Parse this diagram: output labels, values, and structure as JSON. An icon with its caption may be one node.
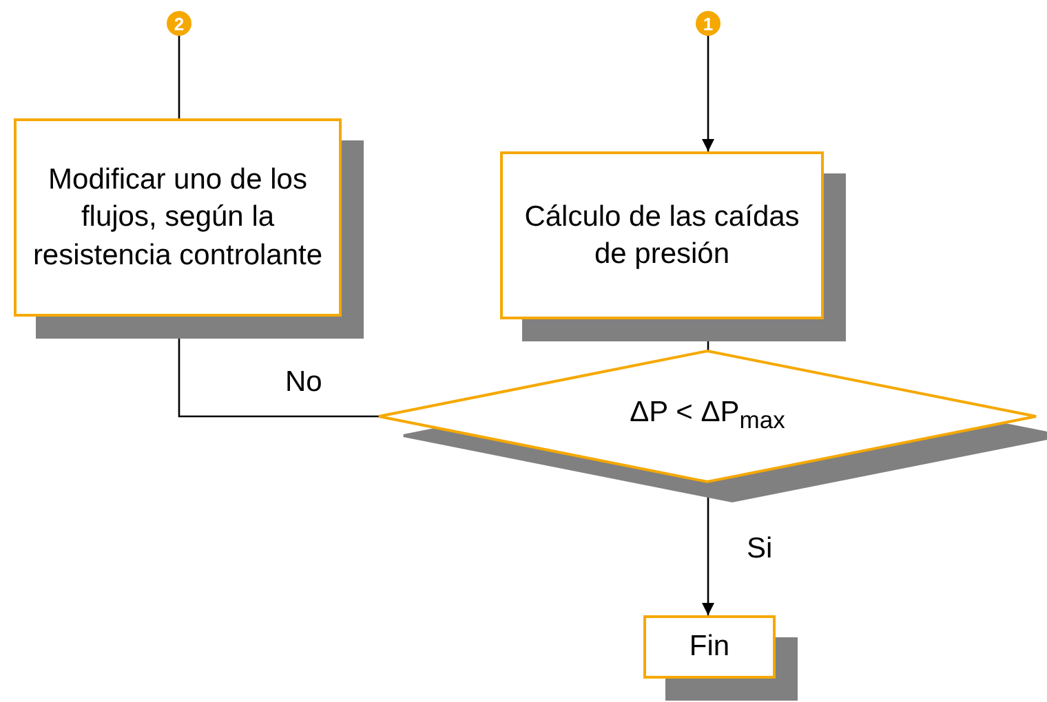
{
  "diagram": {
    "nodes": [
      {
        "text": [
          "2"
        ]
      },
      {
        "text": [
          "1"
        ]
      },
      {
        "text": [
          "Modificar uno de los flujos, según la resistencia controlante"
        ]
      },
      {
        "text": [
          "Cálculo de las caídas de presión"
        ]
      },
      {
        "text": [
          "ΔP < ΔP$_{max}$"
        ]
      },
      {
        "text": [
          "Fin"
        ]
      }
    ],
    "edges": [
      {
        "from": 1,
        "to": 3,
        "arrow": "to"
      },
      {
        "from": 3,
        "to": 4,
        "arrow": "none"
      },
      {
        "from": 4,
        "to": 2,
        "arrow": "to",
        "label": "No"
      },
      {
        "from": 2,
        "to": 0,
        "arrow": "none"
      },
      {
        "from": 4,
        "to": 5,
        "arrow": "to",
        "label": "Si"
      }
    ]
  }
}
